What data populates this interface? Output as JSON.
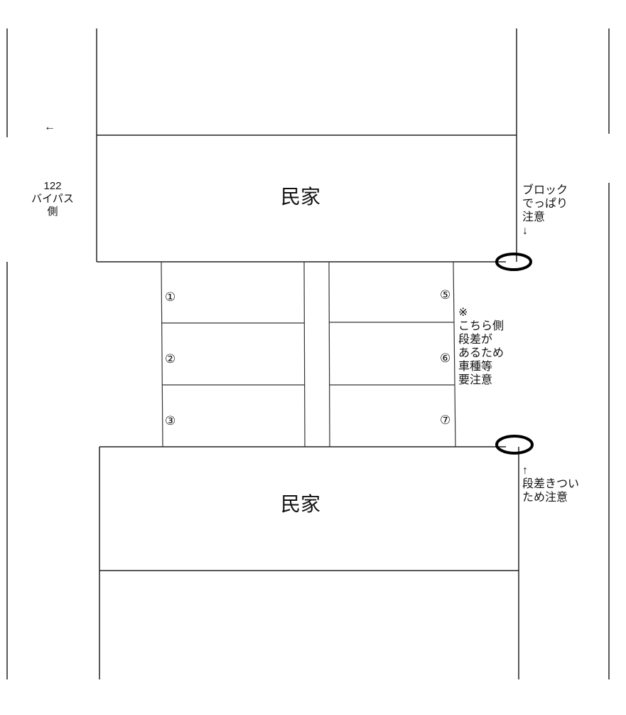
{
  "houses": {
    "top_label": "民家",
    "bottom_label": "民家"
  },
  "left_side": {
    "arrow": "←",
    "label": "122\nバイパス\n側"
  },
  "parking": {
    "spots": [
      {
        "num": "①"
      },
      {
        "num": "②"
      },
      {
        "num": "③"
      },
      {
        "num": "⑤"
      },
      {
        "num": "⑥"
      },
      {
        "num": "⑦"
      }
    ]
  },
  "notes": {
    "top_right": "ブロック\nでっぱり\n注意\n↓",
    "right_side": "※\nこちら側\n段差が\nあるため\n車種等\n要注意",
    "bottom_right": "↑\n段差きつい\nため注意"
  }
}
